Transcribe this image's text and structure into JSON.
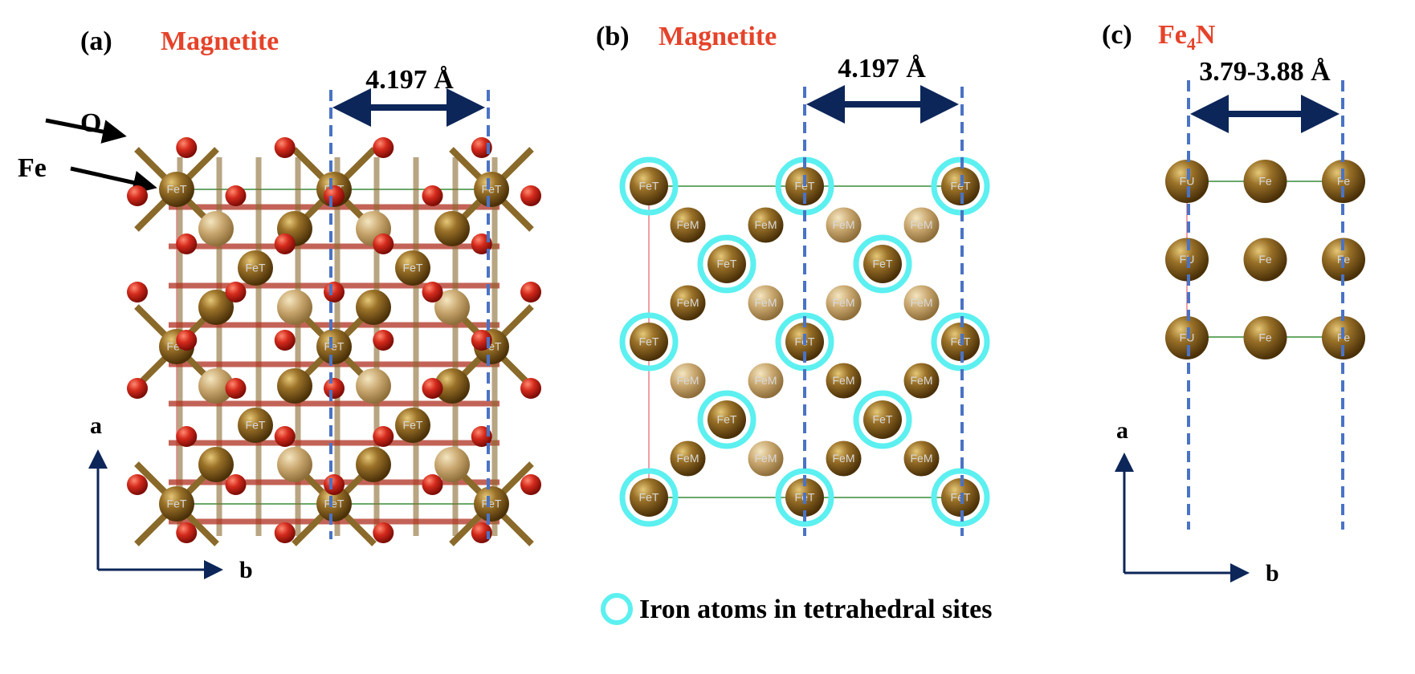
{
  "panels": {
    "a": {
      "letter": "(a)",
      "title": "Magnetite",
      "dimension": "4.197 Å",
      "labels": {
        "oxygen": "O",
        "iron": "Fe"
      },
      "axes": {
        "vertical": "a",
        "horizontal": "b"
      }
    },
    "b": {
      "letter": "(b)",
      "title": "Magnetite",
      "dimension": "4.197 Å"
    },
    "c": {
      "letter": "(c)",
      "title_main": "Fe",
      "title_sub": "4",
      "title_end": "N",
      "dimension": "3.79-3.88 Å",
      "axes": {
        "vertical": "a",
        "horizontal": "b"
      }
    }
  },
  "atom_labels": {
    "tetrahedral": "FeT",
    "octahedral": "FeM",
    "fe4n_corner": "FU",
    "fe4n": "Fe"
  },
  "legend": {
    "text": "Iron atoms in tetrahedral sites"
  },
  "colors": {
    "title_red": "#e5432a",
    "arrow_navy": "#0c2659",
    "dashed_blue": "#4a73c4",
    "highlight_cyan": "#5cf0f0",
    "oxygen_red": "#d42a1c",
    "iron_brown": "#8a621c",
    "bond_green": "#6aa86a",
    "cell_pink": "#f0a0a8"
  }
}
